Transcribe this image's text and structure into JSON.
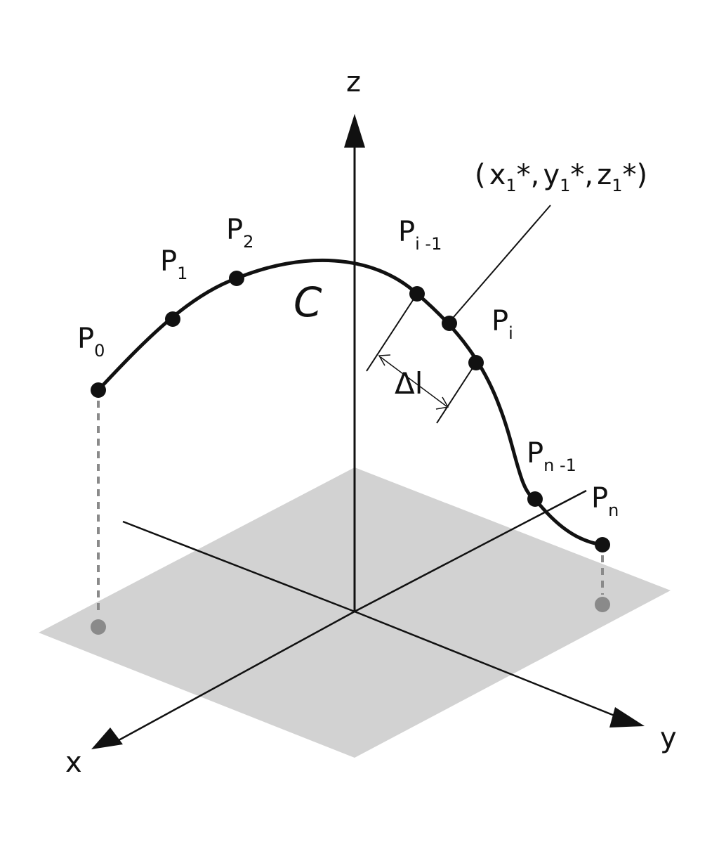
{
  "axes": {
    "x": "x",
    "y": "y",
    "z": "z"
  },
  "curve": {
    "name": "C"
  },
  "points": [
    {
      "base": "P",
      "sub": "0"
    },
    {
      "base": "P",
      "sub": "1"
    },
    {
      "base": "P",
      "sub": "2"
    },
    {
      "base": "P",
      "sub": "i -1"
    },
    {
      "base": "P",
      "sub": "i"
    },
    {
      "base": "P",
      "sub": "n -1"
    },
    {
      "base": "P",
      "sub": "n"
    }
  ],
  "sample_point": {
    "open": "(",
    "x": "x",
    "x_sub": "1",
    "x_star": "*",
    "sep1": ",",
    "y": "y",
    "y_sub": "1",
    "y_star": "*",
    "sep2": ",",
    "z": "z",
    "z_sub": "1",
    "z_star": "*",
    "close": ")"
  },
  "arc_length": {
    "label": "Δl"
  },
  "colors": {
    "plane": "#d2d2d2",
    "projection": "#8a8a8a",
    "ink": "#111111"
  }
}
